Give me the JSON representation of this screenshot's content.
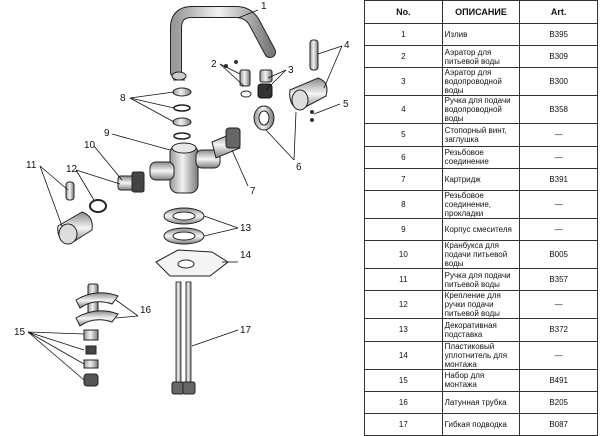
{
  "diagram": {
    "callouts": [
      "1",
      "2",
      "3",
      "4",
      "5",
      "6",
      "7",
      "8",
      "9",
      "10",
      "11",
      "12",
      "13",
      "14",
      "15",
      "16",
      "17"
    ]
  },
  "table": {
    "headers": {
      "no": "No.",
      "description": "ОПИСАНИЕ",
      "art": "Art."
    },
    "rows": [
      {
        "no": "1",
        "description": "Излив",
        "art": "B395"
      },
      {
        "no": "2",
        "description": "Аэратор для питьевой воды",
        "art": "B309"
      },
      {
        "no": "3",
        "description": "Аэратор для водопроводной воды",
        "art": "B300"
      },
      {
        "no": "4",
        "description": "Ручка для подачи водопроводной воды",
        "art": "B358"
      },
      {
        "no": "5",
        "description": "Стопорный винт, заглушка",
        "art": "—"
      },
      {
        "no": "6",
        "description": "Резьбовое соединение",
        "art": "—"
      },
      {
        "no": "7",
        "description": "Картридж",
        "art": "B391"
      },
      {
        "no": "8",
        "description": "Резьбовое соединение, прокладки",
        "art": "—"
      },
      {
        "no": "9",
        "description": "Корпус смесителя",
        "art": "—"
      },
      {
        "no": "10",
        "description": "Кранбукса для подачи питьевой воды",
        "art": "B005"
      },
      {
        "no": "11",
        "description": "Ручка для подачи питьевой воды",
        "art": "B357"
      },
      {
        "no": "12",
        "description": "Крепление для ручки подачи питьевой воды",
        "art": "—"
      },
      {
        "no": "13",
        "description": "Декоративная подставка",
        "art": "B372"
      },
      {
        "no": "14",
        "description": "Пластиковый уплотнитель для монтажа",
        "art": "—"
      },
      {
        "no": "15",
        "description": "Набор для монтажа",
        "art": "B491"
      },
      {
        "no": "16",
        "description": "Латунная трубка",
        "art": "B205"
      },
      {
        "no": "17",
        "description": "Гибкая подводка",
        "art": "B087"
      }
    ]
  }
}
